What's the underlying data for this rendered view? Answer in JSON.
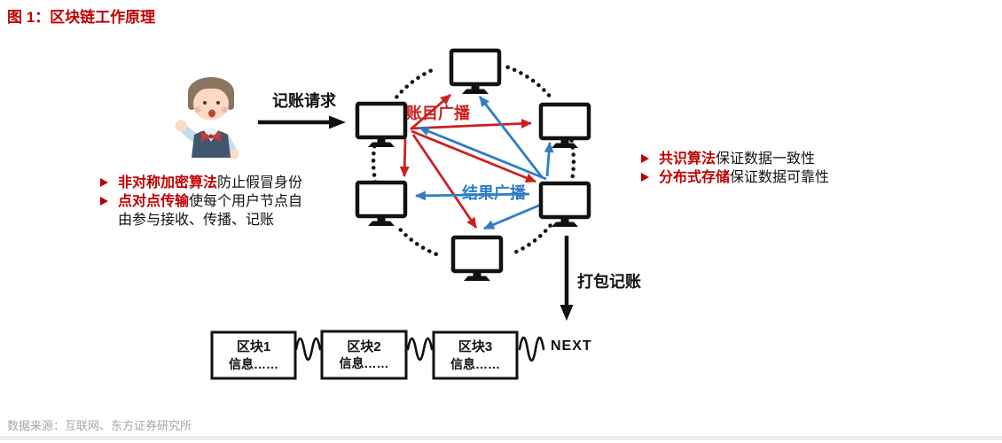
{
  "figure": {
    "title": "图 1：区块链工作原理",
    "source": "数据来源：互联网、东方证券研究所"
  },
  "diagram": {
    "request_label": "记账请求",
    "account_broadcast_label": "账目广播",
    "result_broadcast_label": "结果广播",
    "package_label": "打包记账",
    "next_label": "NEXT",
    "node_count": 6,
    "left_notes": [
      {
        "keyword": "非对称加密算法",
        "text": "防止假冒身份"
      },
      {
        "keyword": "点对点传输",
        "text": "使每个用户节点自由参与接收、传播、记账"
      }
    ],
    "right_notes": [
      {
        "keyword": "共识算法",
        "text": "保证数据一致性"
      },
      {
        "keyword": "分布式存储",
        "text": "保证数据可靠性"
      }
    ],
    "blocks": [
      {
        "name": "区块1",
        "info": "信息……"
      },
      {
        "name": "区块2",
        "info": "信息……"
      },
      {
        "name": "区块3",
        "info": "信息……"
      }
    ],
    "colors": {
      "title_red": "#c00000",
      "broadcast_red": "#cc2020",
      "broadcast_blue": "#2f7dc3",
      "line_black": "#111111",
      "source_gray": "#a6a6a6"
    }
  }
}
